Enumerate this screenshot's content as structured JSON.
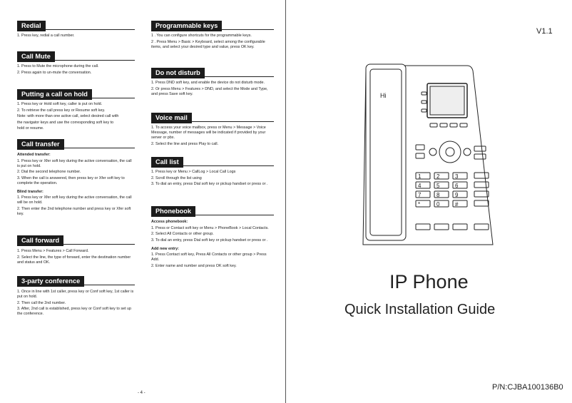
{
  "left_page": {
    "sections": {
      "redial": {
        "title": "Redial",
        "lines": [
          "1. Press key, redial a call number."
        ]
      },
      "call_mute": {
        "title": "Call Mute",
        "lines": [
          "1. Press to Mute the microphone during the call.",
          "2. Press again to un-mute the conversation."
        ]
      },
      "putting_on_hold": {
        "title": "Putting a call on hold",
        "lines": [
          "1. Press key or Hold soft key, caller is put on hold.",
          "2. To retrieve the call press key or Resume soft key.",
          "Note: with more than one active call, select desired call with",
          "the navigator keys and use the corresponding soft key to",
          "hold or resume."
        ]
      },
      "call_transfer": {
        "title": "Call transfer",
        "attended_label": "Attended transfer:",
        "attended": [
          "1. Press key or Xfer soft key during the active conversation, the call is put on hold.",
          "2. Dial the second telephone number.",
          "3. When the call is answered, then press key or Xfer soft key to complete the operation."
        ],
        "blind_label": "Blind transfer:",
        "blind": [
          "1. Press key or Xfer soft key during the active conversation, the call will be on hold.",
          "2. Then enter the 2nd telephone number and press key or Xfer soft key."
        ]
      },
      "call_forward": {
        "title": "Call forward",
        "lines": [
          "1.  Press Menu > Features > Call Forward.",
          "2.  Select the line, the type of forward, enter the destination number and status and OK."
        ]
      },
      "conference": {
        "title": "3-party conference",
        "lines": [
          "1. Once in line with 1st caller, press key or Conf soft key, 1st caller is put on hold.",
          "2. Then call the 2nd number.",
          "3. After, 2nd call is established, press key or Conf soft key to set up the conference."
        ]
      },
      "programmable_keys": {
        "title": "Programmable keys",
        "lines": [
          "1 .  You can configure shortcuts for the programmable keys.",
          "2 .  Press Menu > Basic > Keyboard, select among the configurable items, and select your desired type and value, press OK key."
        ]
      },
      "do_not_disturb": {
        "title": "Do not disturb",
        "lines": [
          "1. Press DND soft key, and enable the device do not disturb mode.",
          "2.  Or press Menu > Features > DND, and select the Mode and Type, and press Save soft key."
        ]
      },
      "voice_mail": {
        "title": "Voice mail",
        "lines": [
          "1. To access your voice mailbox, press or Menu > Message > Voice Message, number of messages will be indicated if provided by your server or pbx.",
          "2.  Select the line and press Play to call."
        ]
      },
      "call_list": {
        "title": "Call list",
        "lines": [
          "1. Press key or Menu > CallLog > Local Call Logs",
          "2. Scroll through the list using",
          "3. To dial an entry, press Dial soft key or pickup handset or press or ."
        ]
      },
      "phonebook": {
        "title": "Phonebook",
        "access_label": "Access phonebook:",
        "access": [
          "1. Press or Contact soft key or Menu > PhoneBook > Local Contacts.",
          "2. Select All Contacts or other group.",
          "3. To dial an entry, press Dial soft key or pickup handset or press or ."
        ],
        "add_label": "Add new entry:",
        "add": [
          "1. Press Contact soft key, Press All Contacts or other group > Press Add.",
          "2. Enter name and number and press OK soft key."
        ]
      }
    },
    "page_number": "- 4 -"
  },
  "right_page": {
    "version": "V1.1",
    "title": "IP Phone",
    "subtitle": "Quick Installation Guide",
    "part_number": "P/N:CJBA100136B0",
    "phone_keys": [
      "1",
      "2",
      "3",
      "4",
      "5",
      "6",
      "7",
      "8",
      "9",
      "*",
      "0",
      "#"
    ]
  }
}
